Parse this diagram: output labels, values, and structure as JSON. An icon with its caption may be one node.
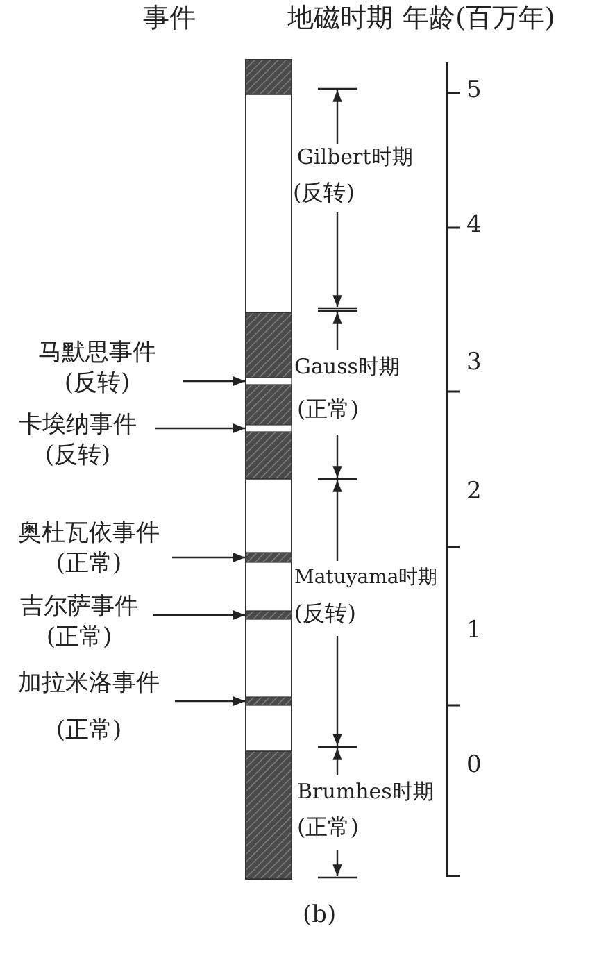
{
  "diagram": {
    "caption": "(b)",
    "nodes": [
      {
        "text": [
          "马默思事件",
          "(反转)"
        ]
      },
      {
        "text": [
          "卡埃纳事件",
          "(反转)"
        ]
      },
      {
        "text": [
          "奥杜瓦依事件",
          "(正常)"
        ]
      },
      {
        "text": [
          "吉尔萨事件",
          "(正常)"
        ]
      },
      {
        "text": [
          "加拉米洛事件",
          "(正常)"
        ]
      },
      {
        "text": [],
        "shape": "bar"
      },
      {
        "text": [],
        "shape": "bar"
      },
      {
        "text": [],
        "shape": "bar"
      },
      {
        "text": [],
        "shape": "bar"
      },
      {
        "text": [],
        "shape": "bar"
      }
    ],
    "edges": [
      {
        "from": 0,
        "to": 5,
        "arrow": "to"
      },
      {
        "from": 1,
        "to": 6,
        "arrow": "to"
      },
      {
        "from": 2,
        "to": 7,
        "arrow": "to"
      },
      {
        "from": 3,
        "to": 8,
        "arrow": "to"
      },
      {
        "from": 4,
        "to": 9,
        "arrow": "to"
      }
    ],
    "labels": [
      "事件",
      "地磁时期",
      "年龄(百万年)",
      "5",
      "Gilbert时期",
      "(反转)",
      "4",
      "3",
      "Gauss时期",
      "(正常)",
      "2",
      "Matuyama时期",
      "(反转)",
      "1",
      "0",
      "Brumhes时期",
      "(正常)"
    ]
  }
}
